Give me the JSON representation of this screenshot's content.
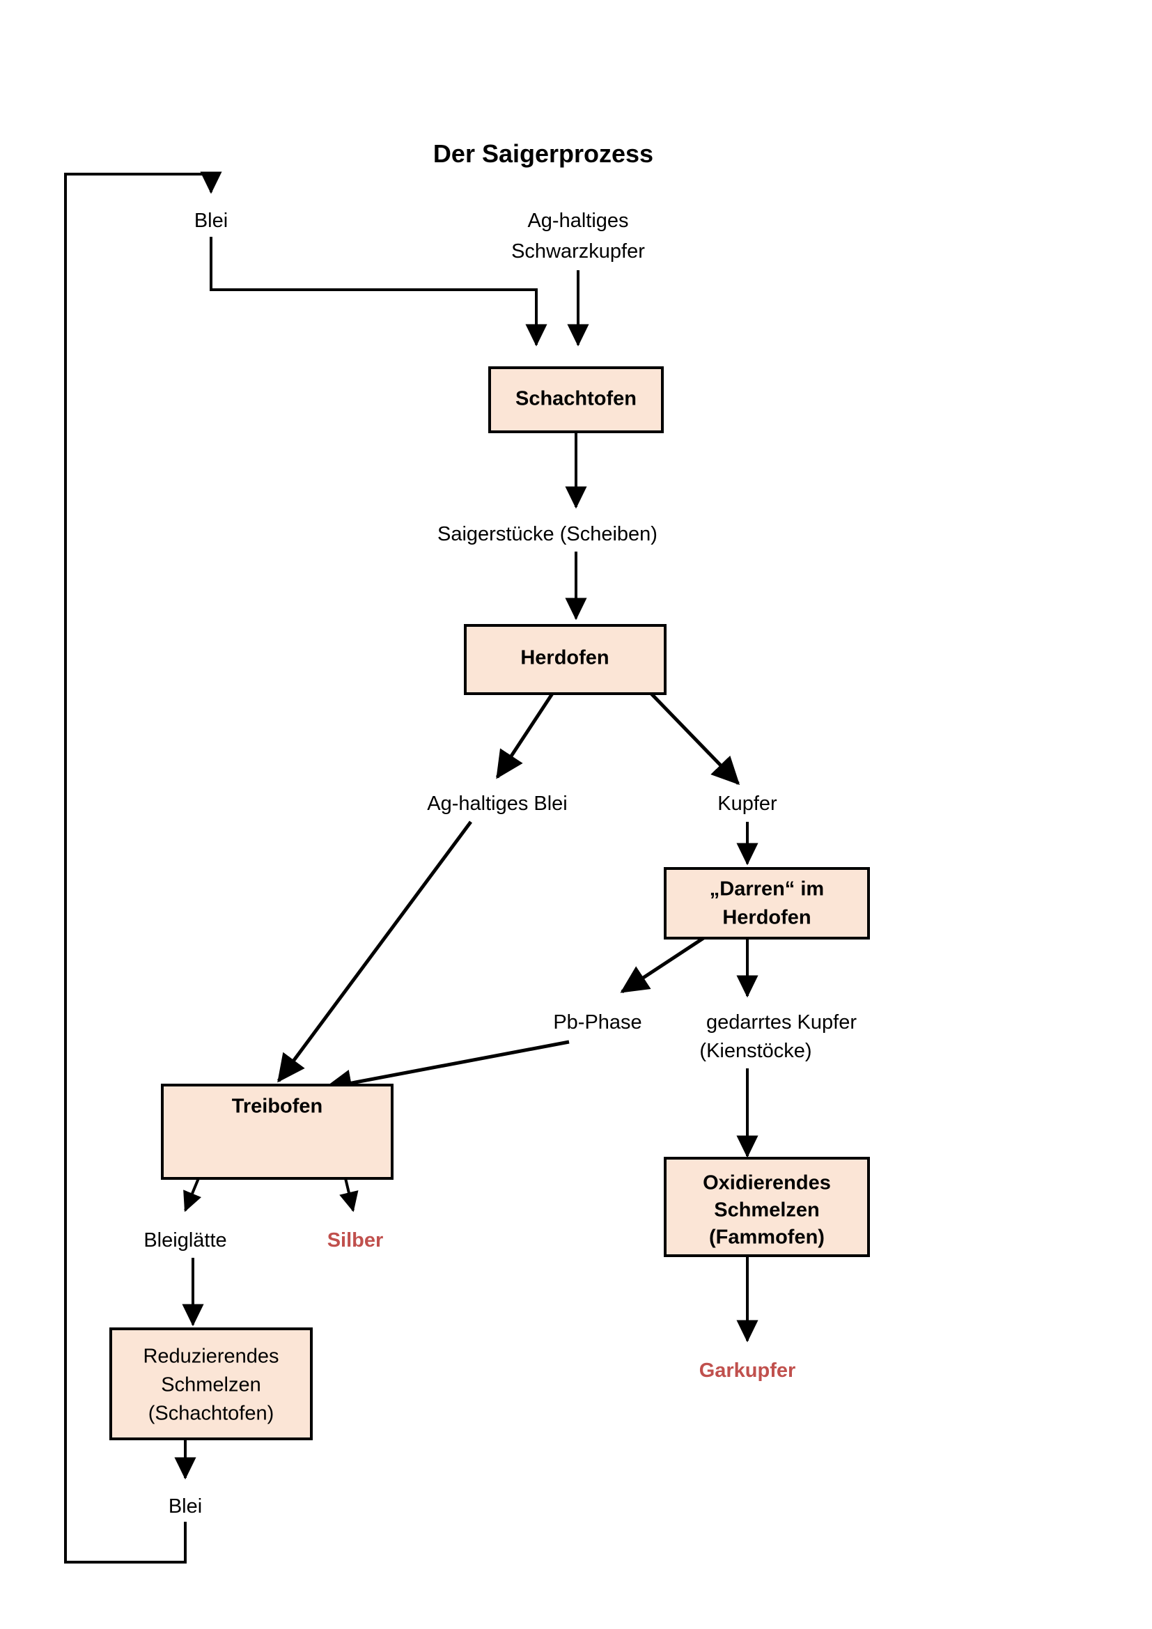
{
  "title": "Der Saigerprozess",
  "colors": {
    "box_fill": "#fbe5d6",
    "box_border": "#000000",
    "text": "#000000",
    "accent_red": "#c0504d",
    "background": "#ffffff"
  },
  "nodes": {
    "schachtofen": {
      "label": "Schachtofen"
    },
    "herdofen": {
      "label": "Herdofen"
    },
    "darren": {
      "label_line1": "„Darren“ im",
      "label_line2": "Herdofen"
    },
    "treibofen": {
      "label": "Treibofen"
    },
    "oxidierendes": {
      "label_line1": "Oxidierendes",
      "label_line2": "Schmelzen",
      "label_line3": "(Fammofen)"
    },
    "reduzierendes": {
      "label_line1": "Reduzierendes",
      "label_line2": "Schmelzen",
      "label_line3": "(Schachtofen)"
    }
  },
  "labels": {
    "blei_top": "Blei",
    "ag_schwarzkupfer_line1": "Ag-haltiges",
    "ag_schwarzkupfer_line2": "Schwarzkupfer",
    "saigerstuecke": "Saigerstücke (Scheiben)",
    "ag_haltiges_blei": "Ag-haltiges Blei",
    "kupfer": "Kupfer",
    "pb_phase": "Pb-Phase",
    "gedarrtes_kupfer_line1": "gedarrtes Kupfer",
    "gedarrtes_kupfer_line2": "(Kienstöcke)",
    "bleiglaette": "Bleiglätte",
    "silber": "Silber",
    "garkupfer": "Garkupfer",
    "blei_bottom": "Blei"
  }
}
